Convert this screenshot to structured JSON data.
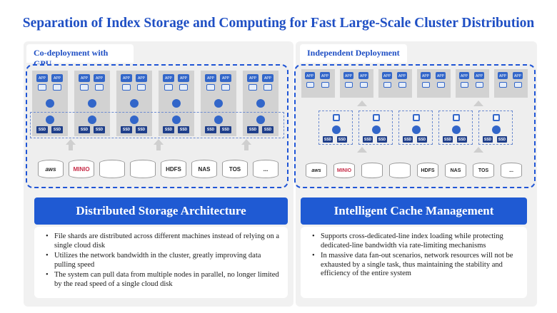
{
  "title": "Separation of Index Storage and Computing for Fast Large-Scale Cluster Distribution",
  "left": {
    "tab": "Co-deployment with GPU",
    "banner": "Distributed Storage Architecture",
    "bullets": [
      "File shards are distributed across different machines instead of relying on a single cloud disk",
      "Utilizes the network bandwidth in the cluster, greatly improving data pulling speed",
      "The system can pull data from multiple nodes in parallel, no longer limited by the read speed of a single cloud disk"
    ],
    "gpu_label": "APP",
    "ssd_label": "SSD",
    "storage": [
      "aws",
      "MINIO",
      "",
      "",
      "HDFS",
      "NAS",
      "TOS",
      "..."
    ]
  },
  "right": {
    "tab": "Independent Deployment",
    "banner": "Intelligent Cache Management",
    "bullets": [
      "Supports cross-dedicated-line index loading while protecting dedicated-line bandwidth via rate-limiting mechanisms",
      "In massive data fan-out scenarios, network resources will not be exhausted by a single task, thus maintaining the stability and efficiency of the entire system"
    ],
    "gpu_label": "APP",
    "ssd_label": "SSD",
    "storage": [
      "aws",
      "MINIO",
      "",
      "",
      "HDFS",
      "NAS",
      "TOS",
      "..."
    ]
  },
  "icons": {
    "gpu": "gpu-chip-icon",
    "cache": "cache-node-icon",
    "ssd": "ssd-icon",
    "storage": "storage-cylinder-icon",
    "arrow": "bidirectional-arrow-icon"
  },
  "colors": {
    "accent": "#1f4fc4",
    "banner": "#1f5ad3",
    "node": "#d2d2d2",
    "panel": "#f1f1f1"
  }
}
